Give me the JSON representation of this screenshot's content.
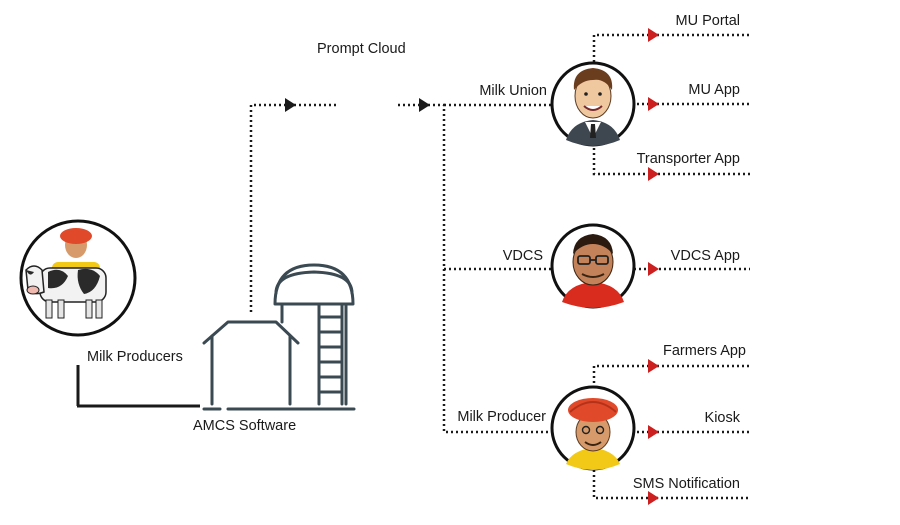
{
  "source": {
    "label": "Milk Producers"
  },
  "hub": {
    "label": "AMCS Software"
  },
  "cloud": {
    "label": "Prompt Cloud"
  },
  "nodes": {
    "milk_union": {
      "label": "Milk Union",
      "outputs": [
        "MU Portal",
        "MU App",
        "Transporter App"
      ]
    },
    "vdcs": {
      "label": "VDCS",
      "outputs": [
        "VDCS App"
      ]
    },
    "milk_producer": {
      "label": "Milk Producer",
      "outputs": [
        "Farmers App",
        "Kiosk",
        "SMS Notification"
      ]
    }
  },
  "colors": {
    "line": "#1a1a1a",
    "arrow": "#cc1f1f",
    "silo": "#3b4a52",
    "turban": "#e0492a",
    "shirt_yellow": "#f2c916"
  }
}
